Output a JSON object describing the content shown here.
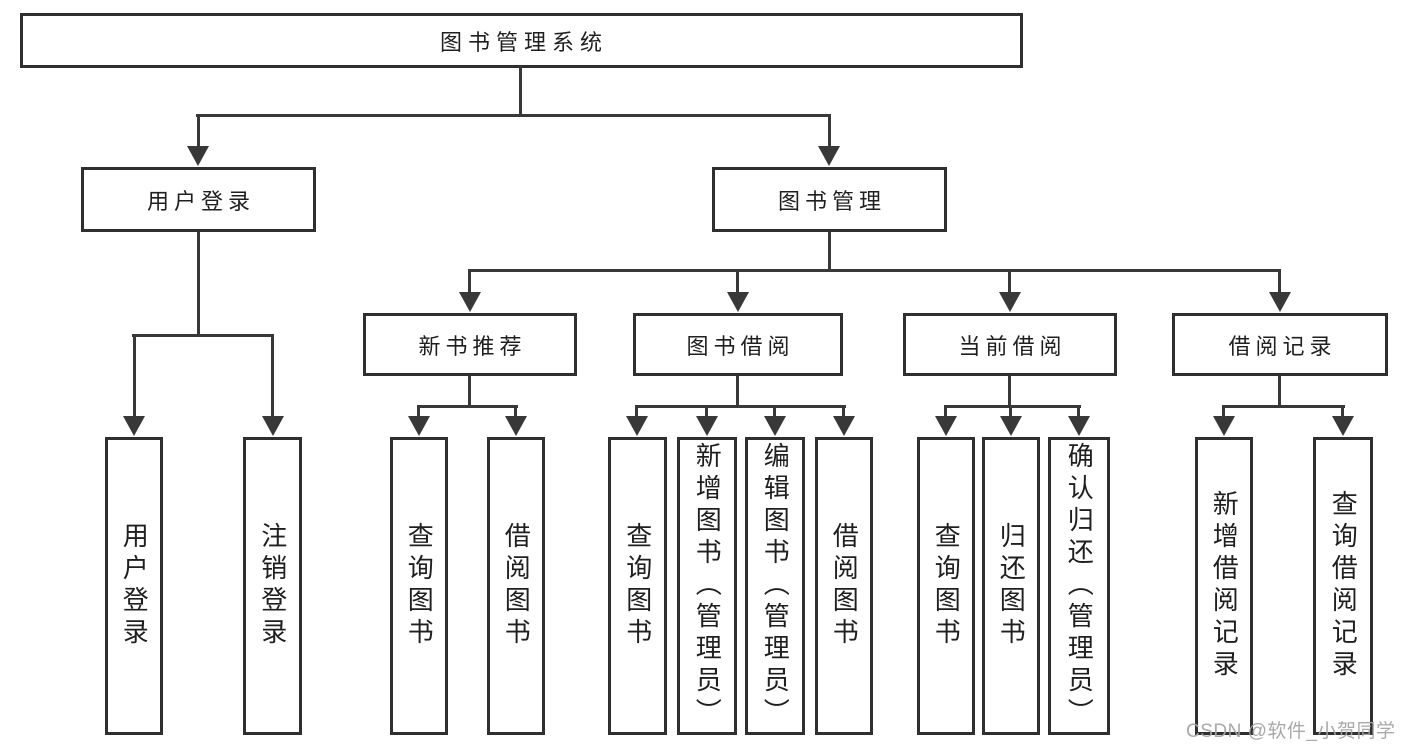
{
  "tree": {
    "root": {
      "label": "图书管理系统"
    },
    "user_login": {
      "label": "用户登录",
      "children": [
        {
          "label": "用户登录"
        },
        {
          "label": "注销登录"
        }
      ]
    },
    "book_mgmt": {
      "label": "图书管理",
      "children": [
        {
          "label": "新书推荐",
          "children": [
            {
              "label": "查询图书"
            },
            {
              "label": "借阅图书"
            }
          ]
        },
        {
          "label": "图书借阅",
          "children": [
            {
              "label": "查询图书"
            },
            {
              "label": "新增图书（管理员）"
            },
            {
              "label": "编辑图书（管理员）"
            },
            {
              "label": "借阅图书"
            }
          ]
        },
        {
          "label": "当前借阅",
          "children": [
            {
              "label": "查询图书"
            },
            {
              "label": "归还图书"
            },
            {
              "label": "确认归还（管理员）"
            }
          ]
        },
        {
          "label": "借阅记录",
          "children": [
            {
              "label": "新增借阅记录"
            },
            {
              "label": "查询借阅记录"
            }
          ]
        }
      ]
    }
  },
  "watermark": {
    "text": "CSDN @软件_小贺同学"
  },
  "colors": {
    "line": "#383838",
    "box_border": "#2f2f2f",
    "text": "#1f1f1f",
    "watermark": "#a4a4a4",
    "background": "#ffffff"
  }
}
